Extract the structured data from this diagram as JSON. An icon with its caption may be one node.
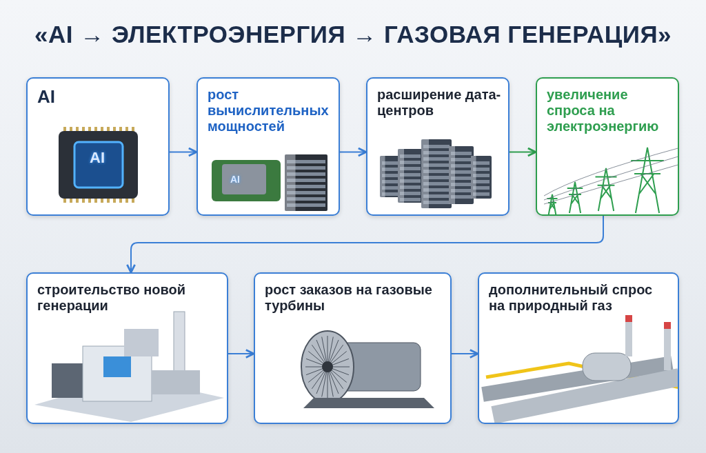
{
  "diagram": {
    "title": "«AI → ЭЛЕКТРОЭНЕРГИЯ → ГАЗОВАЯ ГЕНЕРАЦИЯ»",
    "nodes": [
      {
        "text": [
          "AI"
        ]
      },
      {
        "text": [
          "рост вычислительных мощностей"
        ]
      },
      {
        "text": [
          "расширение дата-центров"
        ]
      },
      {
        "text": [
          "увеличение спроса на электроэнергию"
        ]
      },
      {
        "text": [
          "строительство новой генерации"
        ]
      },
      {
        "text": [
          "рост заказов на газовые турбины"
        ]
      },
      {
        "text": [
          "дополнительный спрос на природный газ"
        ]
      }
    ],
    "edges": [
      {
        "from": 0,
        "to": 1,
        "arrow": "to"
      },
      {
        "from": 1,
        "to": 2,
        "arrow": "to"
      },
      {
        "from": 2,
        "to": 3,
        "arrow": "to",
        "color": "#2e9e4f"
      },
      {
        "from": 3,
        "to": 4,
        "arrow": "to"
      },
      {
        "from": 4,
        "to": 5,
        "arrow": "to"
      },
      {
        "from": 5,
        "to": 6,
        "arrow": "to"
      }
    ],
    "labels": [
      "AI",
      "AI"
    ]
  }
}
